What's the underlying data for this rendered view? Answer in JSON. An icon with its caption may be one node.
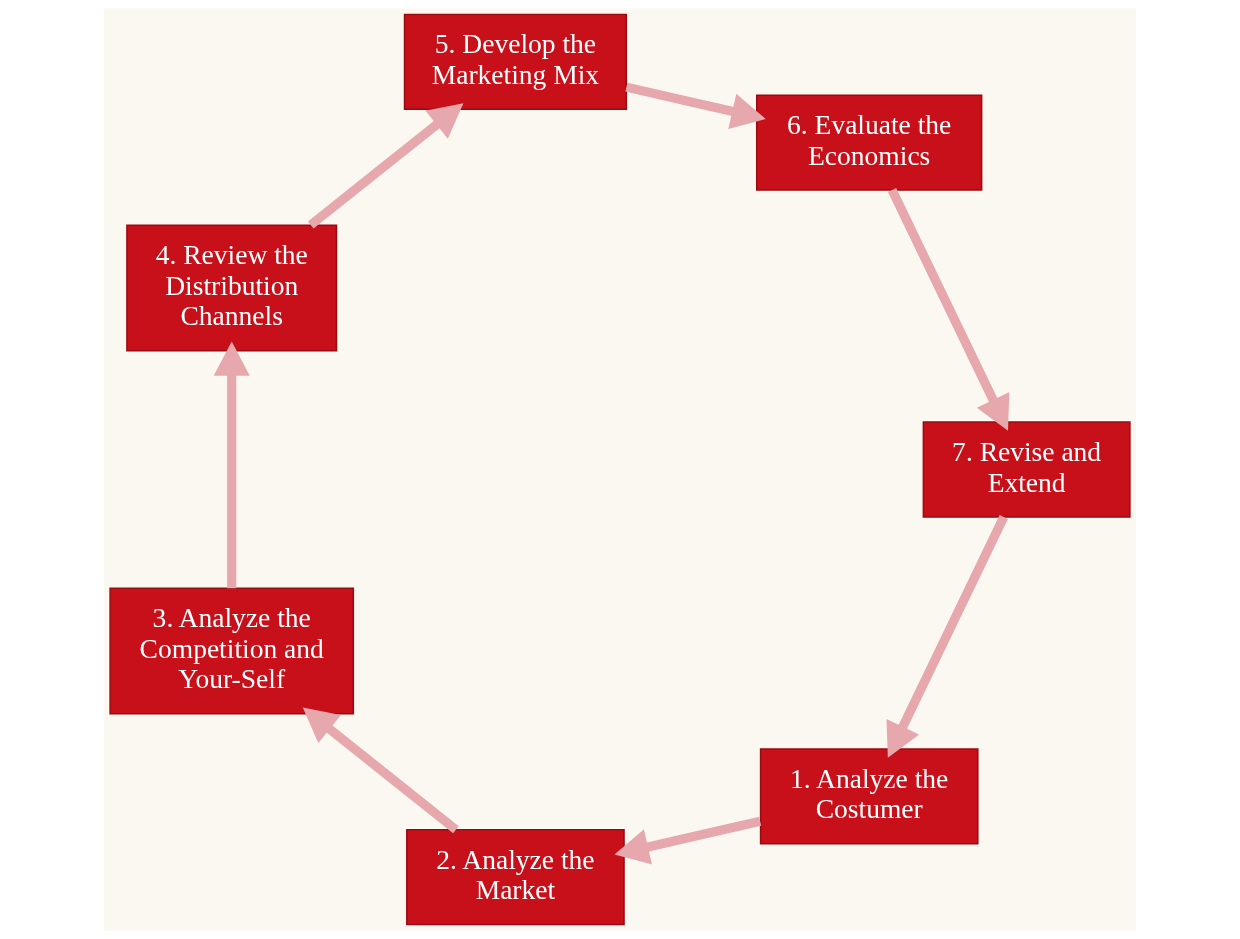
{
  "diagram": {
    "nodes": [
      {
        "text": [
          "1. Analyze the Costumer"
        ]
      },
      {
        "text": [
          "2. Analyze the Market"
        ]
      },
      {
        "text": [
          "3. Analyze the Competition and Your-Self"
        ]
      },
      {
        "text": [
          "4. Review the Distribution Channels"
        ]
      },
      {
        "text": [
          "5. Develop the Marketing Mix"
        ]
      },
      {
        "text": [
          "6. Evaluate the Economics"
        ]
      },
      {
        "text": [
          "7. Revise and Extend"
        ]
      }
    ],
    "edges": [
      {
        "from": 0,
        "to": 1,
        "arrow": "to"
      },
      {
        "from": 1,
        "to": 2,
        "arrow": "to"
      },
      {
        "from": 2,
        "to": 3,
        "arrow": "to"
      },
      {
        "from": 3,
        "to": 4,
        "arrow": "to"
      },
      {
        "from": 4,
        "to": 5,
        "arrow": "to"
      },
      {
        "from": 5,
        "to": 6,
        "arrow": "to"
      },
      {
        "from": 6,
        "to": 0,
        "arrow": "to"
      }
    ]
  }
}
